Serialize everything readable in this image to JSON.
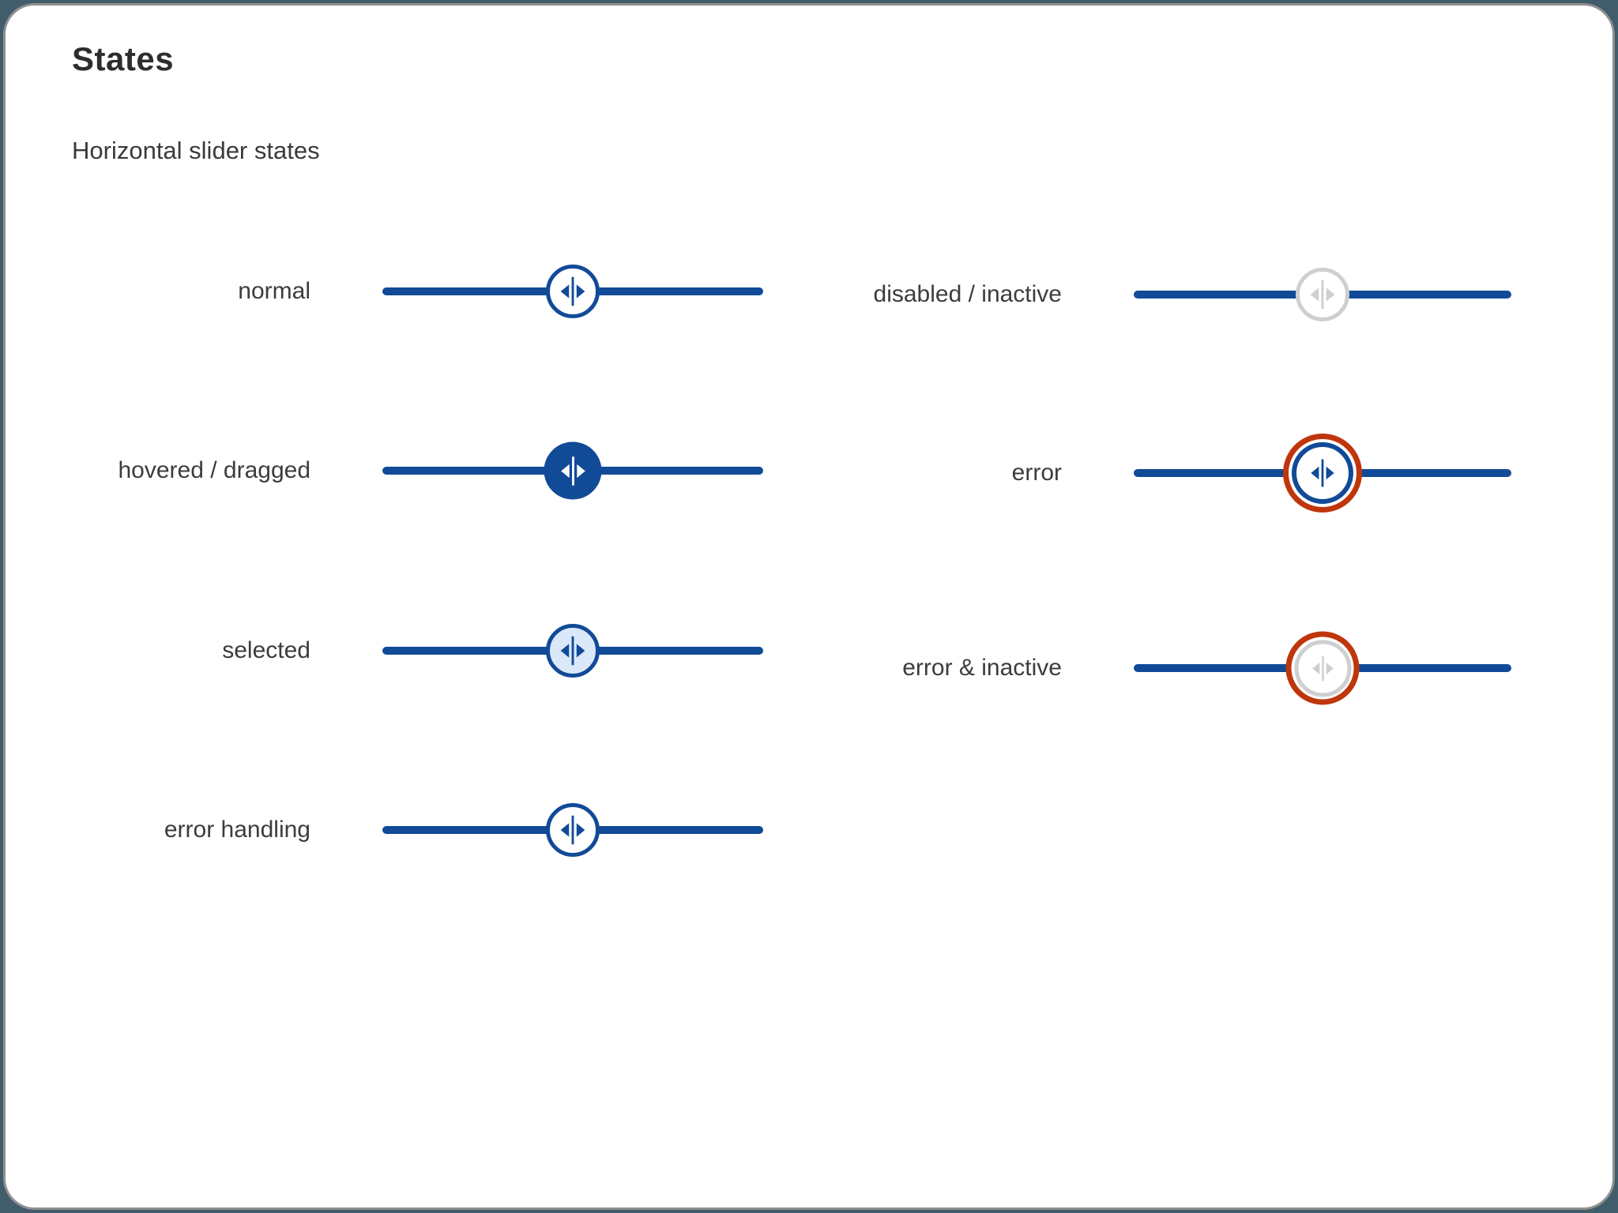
{
  "card": {
    "title": "States",
    "subtitle": "Horizontal slider states"
  },
  "colors": {
    "primary": "#114a97",
    "error": "#bf360c",
    "inactive": "#cfcfcf",
    "selected_fill": "#dbe8f9",
    "label": "#3c3c3c",
    "page_background": "#415c6b",
    "card_border": "#909090"
  },
  "sliders": {
    "left_column": [
      {
        "label": "normal",
        "state": "normal",
        "value_percent": 50
      },
      {
        "label": "hovered / dragged",
        "state": "hovered",
        "value_percent": 50
      },
      {
        "label": "selected",
        "state": "selected",
        "value_percent": 50
      },
      {
        "label": "error handling",
        "state": "error-handling",
        "value_percent": 50
      }
    ],
    "right_column": [
      {
        "label": "disabled / inactive",
        "state": "disabled",
        "value_percent": 50
      },
      {
        "label": "error",
        "state": "error",
        "value_percent": 50
      },
      {
        "label": "error & inactive",
        "state": "error-inactive",
        "value_percent": 50
      }
    ]
  }
}
